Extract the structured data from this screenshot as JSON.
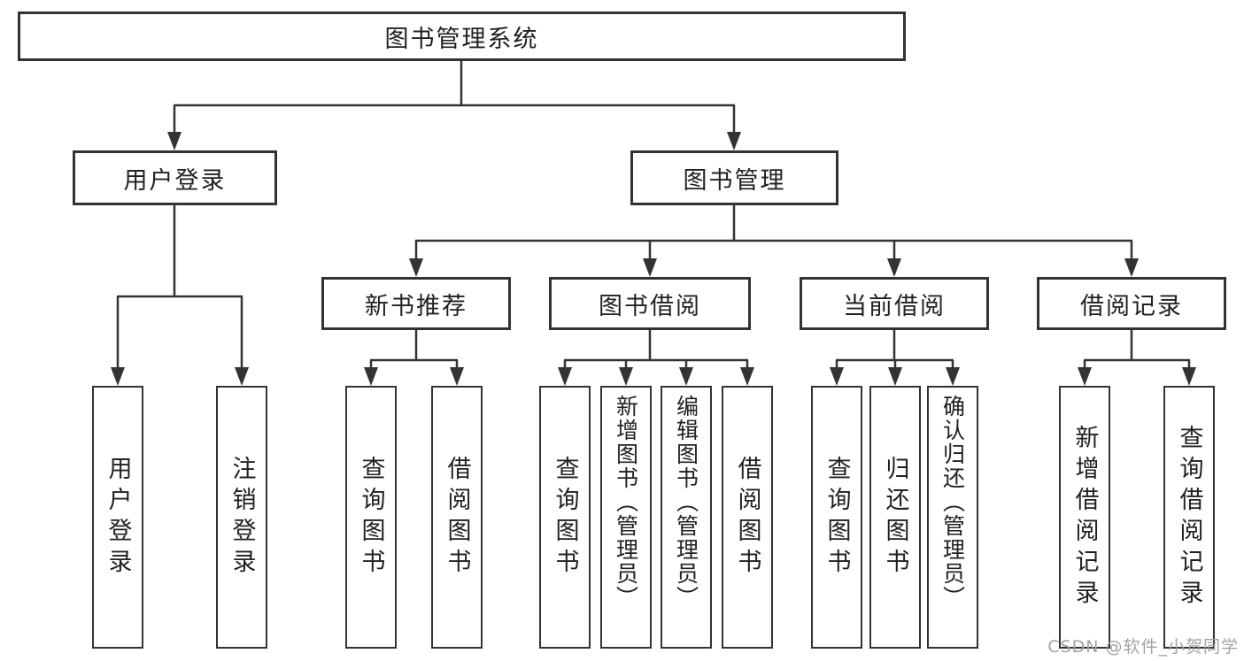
{
  "diagram": {
    "root": {
      "label": "图书管理系统"
    },
    "branches": [
      {
        "label": "用户登录",
        "children": [
          {
            "label": "用户登录"
          },
          {
            "label": "注销登录"
          }
        ]
      },
      {
        "label": "图书管理",
        "children": [
          {
            "label": "新书推荐",
            "children": [
              {
                "label": "查询图书"
              },
              {
                "label": "借阅图书"
              }
            ]
          },
          {
            "label": "图书借阅",
            "children": [
              {
                "label": "查询图书"
              },
              {
                "label": "新增图书（管理员）"
              },
              {
                "label": "编辑图书（管理员）"
              },
              {
                "label": "借阅图书"
              }
            ]
          },
          {
            "label": "当前借阅",
            "children": [
              {
                "label": "查询图书"
              },
              {
                "label": "归还图书"
              },
              {
                "label": "确认归还（管理员）"
              }
            ]
          },
          {
            "label": "借阅记录",
            "children": [
              {
                "label": "新增借阅记录"
              },
              {
                "label": "查询借阅记录"
              }
            ]
          }
        ]
      }
    ],
    "watermark": "CSDN @软件_小贺同学",
    "colors": {
      "line": "#333333",
      "text": "#212121",
      "watermark": "#a3a3a3",
      "background": "#ffffff"
    }
  }
}
